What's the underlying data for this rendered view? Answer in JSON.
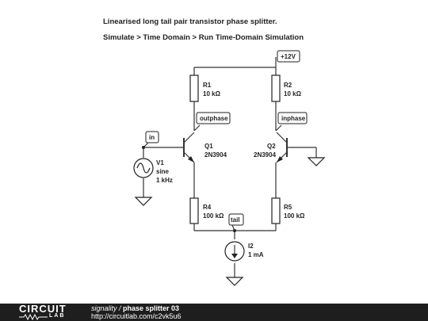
{
  "header": {
    "title": "Linearised long tail pair transistor phase splitter.",
    "menu_path": "Simulate > Time Domain > Run Time-Domain Simulation"
  },
  "components": {
    "supply": {
      "label": "+12V"
    },
    "r1": {
      "name": "R1",
      "value": "10 kΩ"
    },
    "r2": {
      "name": "R2",
      "value": "10 kΩ"
    },
    "r4": {
      "name": "R4",
      "value": "100 kΩ"
    },
    "r5": {
      "name": "R5",
      "value": "100 kΩ"
    },
    "q1": {
      "name": "Q1",
      "model": "2N3904"
    },
    "q2": {
      "name": "Q2",
      "model": "2N3904"
    },
    "v1": {
      "name": "V1",
      "type": "sine",
      "freq": "1 kHz"
    },
    "i2": {
      "name": "I2",
      "value": "1 mA"
    }
  },
  "nets": {
    "outphase": "outphase",
    "inphase": "inphase",
    "in": "in",
    "tail": "tail"
  },
  "footer": {
    "logo_top": "CIRCUIT",
    "logo_bottom": "LAB",
    "author": "signality",
    "separator": " / ",
    "circuit_name": "phase splitter 03",
    "url": "http://circuitlab.com/c2vk5u6"
  }
}
